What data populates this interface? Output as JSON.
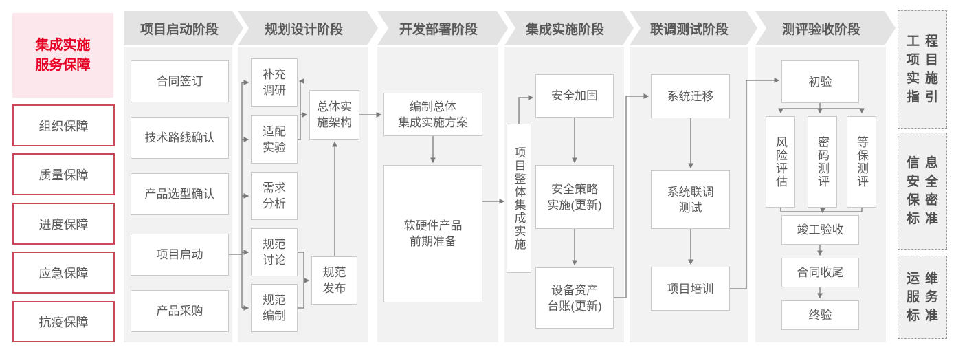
{
  "left_panel": {
    "header": "集成实施\n服务保障",
    "items": [
      "组织保障",
      "质量保障",
      "进度保障",
      "应急保障",
      "抗疫保障"
    ]
  },
  "phases": [
    {
      "label": "项目启动阶段",
      "boxes": [
        "合同签订",
        "技术路线确认",
        "产品选型确认",
        "项目启动",
        "产品采购"
      ]
    },
    {
      "label": "规划设计阶段",
      "boxes": [
        "补充\n调研",
        "适配\n实验",
        "需求\n分析",
        "规范\n讨论",
        "规范\n编制",
        "总体实\n施架构",
        "规范\n发布"
      ]
    },
    {
      "label": "开发部署阶段",
      "boxes": [
        "编制总体\n集成实施方案",
        "软硬件产品\n前期准备"
      ]
    },
    {
      "label": "集成实施阶段",
      "boxes": [
        "项目整体集成实施",
        "安全加固",
        "安全策略\n实施(更新)",
        "设备资产\n台账(更新)"
      ]
    },
    {
      "label": "联调测试阶段",
      "boxes": [
        "系统迁移",
        "系统联调\n测试",
        "项目培训"
      ]
    },
    {
      "label": "测评验收阶段",
      "boxes": [
        "初验",
        "风险评估",
        "密码测评",
        "等保测评",
        "竣工验收",
        "合同收尾",
        "终验"
      ]
    }
  ],
  "right_panel": {
    "items": [
      "工程\n项目\n实施\n指引",
      "信息\n安全\n保密\n标准",
      "运维\n服务\n标准"
    ]
  },
  "colors": {
    "accent_red": "#e60023",
    "red_border": "#c94a56",
    "pink_bg": "#fce8ec",
    "banner_bg": "#e3e3e3",
    "panel_bg": "#f2f2f2",
    "box_border": "#c9c9c9",
    "text_gray": "#595959",
    "wire_gray": "#7a7a7a"
  }
}
